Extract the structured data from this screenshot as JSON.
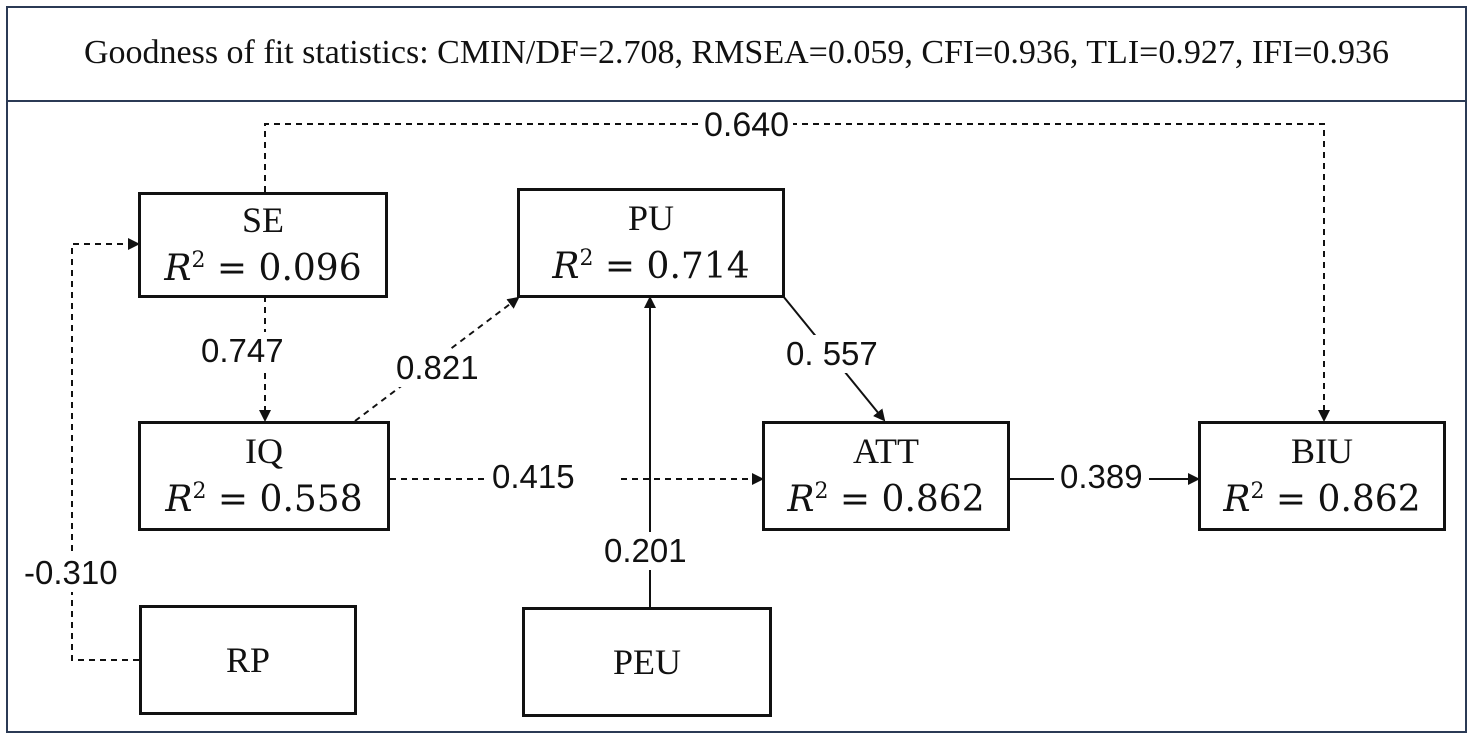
{
  "header": {
    "fit_statistics": "Goodness of fit statistics: CMIN/DF=2.708, RMSEA=0.059, CFI=0.936, TLI=0.927, IFI=0.936"
  },
  "nodes": {
    "se": {
      "name": "SE",
      "r2_label": "R",
      "r2_sup": "2",
      "r2_value": " = 0.096"
    },
    "pu": {
      "name": "PU",
      "r2_label": "R",
      "r2_sup": "2",
      "r2_value": " = 0.714"
    },
    "iq": {
      "name": "IQ",
      "r2_label": "R",
      "r2_sup": "2",
      "r2_value": " = 0.558"
    },
    "att": {
      "name": "ATT",
      "r2_label": "R",
      "r2_sup": "2",
      "r2_value": " = 0.862"
    },
    "biu": {
      "name": "BIU",
      "r2_label": "R",
      "r2_sup": "2",
      "r2_value": " = 0.862"
    },
    "rp": {
      "name": "RP"
    },
    "peu": {
      "name": "PEU"
    }
  },
  "paths": {
    "se_biu": "0.640",
    "se_iq": "0.747",
    "iq_pu": "0.821",
    "pu_att": "0. 557",
    "iq_att": "0.415",
    "peu_pu": "0.201",
    "att_biu": "0.389",
    "rp_se": "-0.310"
  },
  "colors": {
    "border": "#2b3a55",
    "ink": "#111111"
  }
}
